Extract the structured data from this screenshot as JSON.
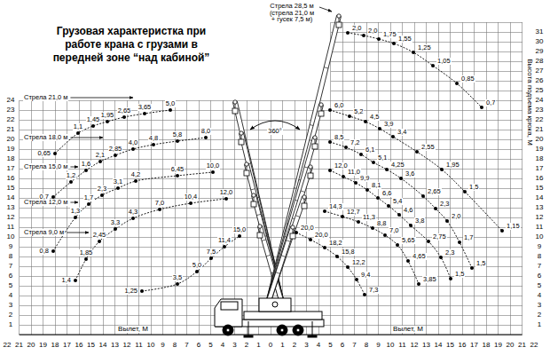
{
  "diagram": {
    "title": "Грузовая характеристка при работе крана с грузами в передней зоне “над кабиной”",
    "labels": [
      "Стрела 21,0 м",
      "Стрела 18,0 м",
      "Стрела 15,0 м",
      "Стрела 12,0 м",
      "Стрела 9,0 м",
      "Стрела 28,5 м (стрела 21,0 м + гусек 7,5 м)",
      "360°",
      "0,65",
      "1,1",
      "1,45",
      "1,95",
      "2,65",
      "3,65",
      "5,0",
      "0,7",
      "1,2",
      "1,6",
      "2,1",
      "2,85",
      "4,0",
      "4,8",
      "5,8",
      "8,0",
      "0,8",
      "1,3",
      "1,7",
      "2,3",
      "3,1",
      "4,2",
      "6,45",
      "10,0",
      "1,4",
      "1,85",
      "2,45",
      "3,3",
      "4,3",
      "7,0",
      "10,4",
      "12,0",
      "1,25",
      "3,5",
      "5,0",
      "7,5",
      "11,4",
      "15,0",
      "2,0",
      "2,0",
      "1,75",
      "1,55",
      "1,25",
      "1,05",
      "0,85",
      "0,7",
      "6,0",
      "5,2",
      "4,5",
      "3,9",
      "3,4",
      "2,55",
      "1,95",
      "1,5",
      "1,15",
      "8,5",
      "7,2",
      "6,1",
      "5,1",
      "4,25",
      "3,6",
      "2,65",
      "2,3",
      "2,0",
      "1,7",
      "1,5",
      "12,0",
      "11,0",
      "9,9",
      "8,1",
      "6,6",
      "5,4",
      "4,6",
      "3,8",
      "2,75",
      "2,3",
      "1,5",
      "14,3",
      "12,7",
      "11,3",
      "8,8",
      "7,0",
      "5,65",
      "4,65",
      "3,85",
      "20,0",
      "20,0",
      "18,2",
      "15,8",
      "12,2",
      "9,4",
      "7,3",
      "Вылет, М",
      "Вылет, М",
      "Высота подъема крюка, М",
      "24",
      "23",
      "22",
      "21",
      "20",
      "19",
      "18",
      "17",
      "16",
      "15",
      "14",
      "13",
      "12",
      "11",
      "10",
      "9",
      "8",
      "7",
      "6",
      "5",
      "4",
      "3",
      "2",
      "1",
      "31",
      "30",
      "29",
      "28",
      "27",
      "26",
      "25",
      "24",
      "23",
      "22",
      "21",
      "20",
      "19",
      "18",
      "17",
      "16",
      "15",
      "14",
      "13",
      "12",
      "11",
      "10",
      "9",
      "8",
      "7",
      "6",
      "5",
      "4",
      "3",
      "2",
      "1",
      "22",
      "21",
      "20",
      "19",
      "18",
      "17",
      "16",
      "15",
      "14",
      "13",
      "12",
      "11",
      "10",
      "9",
      "8",
      "7",
      "6",
      "5",
      "4",
      "3",
      "2",
      "1",
      "0",
      "1",
      "2",
      "3",
      "4",
      "5",
      "6",
      "7",
      "8",
      "9",
      "10",
      "11",
      "12",
      "13",
      "14",
      "15",
      "16",
      "17",
      "18",
      "19",
      "20",
      "21",
      "22"
    ]
  }
}
